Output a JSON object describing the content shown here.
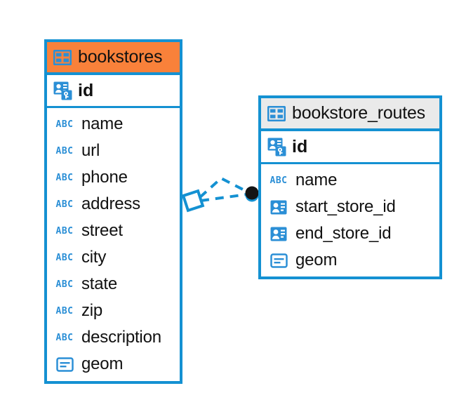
{
  "diagram": {
    "type": "entity-relationship-diagram",
    "background": "#ffffff",
    "accent_color": "#1491d2",
    "header_accent_color": "#f9813a",
    "header_plain_color": "#eaeaea",
    "icon_blue": "#2b8fd6",
    "connector_color": "#1491d2",
    "connector_endpoint_color": "#141414"
  },
  "entities": [
    {
      "name": "bookstores",
      "header_style": "accent",
      "icon": "table-icon",
      "primary_key": {
        "label": "id",
        "icon": "primary-key-icon"
      },
      "fields": [
        {
          "label": "name",
          "icon": "abc-icon",
          "icon_text": "ABC"
        },
        {
          "label": "url",
          "icon": "abc-icon",
          "icon_text": "ABC"
        },
        {
          "label": "phone",
          "icon": "abc-icon",
          "icon_text": "ABC"
        },
        {
          "label": "address",
          "icon": "abc-icon",
          "icon_text": "ABC"
        },
        {
          "label": "street",
          "icon": "abc-icon",
          "icon_text": "ABC"
        },
        {
          "label": "city",
          "icon": "abc-icon",
          "icon_text": "ABC"
        },
        {
          "label": "state",
          "icon": "abc-icon",
          "icon_text": "ABC"
        },
        {
          "label": "zip",
          "icon": "abc-icon",
          "icon_text": "ABC"
        },
        {
          "label": "description",
          "icon": "abc-icon",
          "icon_text": "ABC"
        },
        {
          "label": "geom",
          "icon": "geometry-icon",
          "icon_text": ""
        }
      ]
    },
    {
      "name": "bookstore_routes",
      "header_style": "plain",
      "icon": "table-icon",
      "primary_key": {
        "label": "id",
        "icon": "primary-key-icon"
      },
      "fields": [
        {
          "label": "name",
          "icon": "abc-icon",
          "icon_text": "ABC"
        },
        {
          "label": "start_store_id",
          "icon": "foreign-key-icon",
          "icon_text": ""
        },
        {
          "label": "end_store_id",
          "icon": "foreign-key-icon",
          "icon_text": ""
        },
        {
          "label": "geom",
          "icon": "geometry-icon",
          "icon_text": ""
        }
      ]
    }
  ],
  "relationships": [
    {
      "from": "bookstores.id",
      "to": "bookstore_routes.start_store_id",
      "line_style": "dashed",
      "source_endpoint": "diamond",
      "target_endpoint": "filled-circle"
    },
    {
      "from": "bookstores.id",
      "to": "bookstore_routes.end_store_id",
      "line_style": "dashed",
      "source_endpoint": "diamond",
      "target_endpoint": "filled-circle"
    }
  ]
}
